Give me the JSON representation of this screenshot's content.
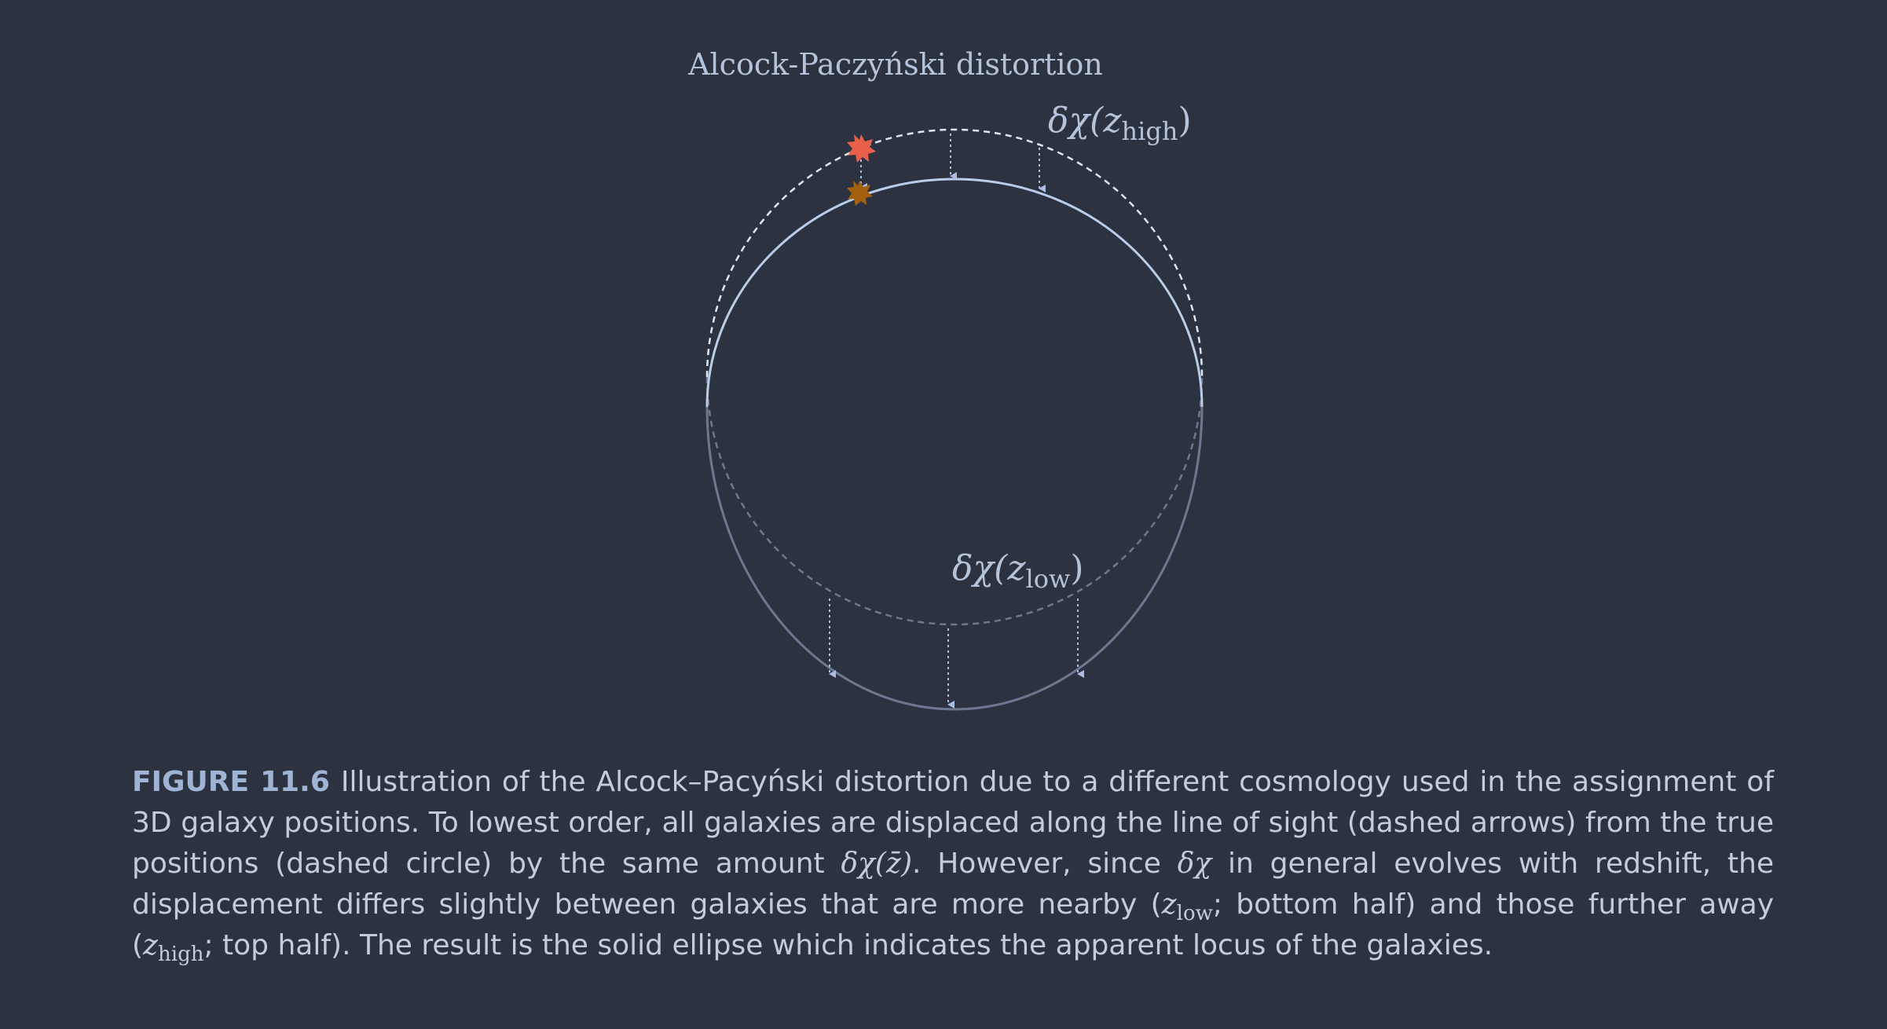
{
  "diagram": {
    "title": "Alcock-Paczyński distortion",
    "label_high": {
      "delta_chi": "δχ(",
      "z": "z",
      "sub": "high",
      "close": ")"
    },
    "label_low": {
      "delta_chi": "δχ(",
      "z": "z",
      "sub": "low",
      "close": ")"
    },
    "colors": {
      "background": "#2d3240",
      "true_circle_top": "#dce6f5",
      "true_circle_bottom": "#6d7890",
      "apparent_top": "#b9cce8",
      "apparent_bottom": "#6d7890",
      "arrows": "#a9bde0",
      "galaxy_true": "#e8604a",
      "galaxy_apparent": "#a3610f"
    },
    "icons": {
      "galaxy_true": "red-star-burst",
      "galaxy_apparent": "brown-star-burst"
    }
  },
  "caption": {
    "figure_label": "FIGURE 11.6",
    "part1": "Illustration of the Alcock–Pacyński distortion due to a different cosmology used in the assignment of 3D galaxy positions. To lowest order, all galaxies are displaced along the line of sight (dashed arrows) from the true positions (dashed circle) by the same amount ",
    "m1": "δχ(z̄)",
    "part2": ". However, since ",
    "m2": "δχ",
    "part3": " in general evolves with redshift, the displacement differs slightly between galaxies that are more nearby (",
    "m3": "z",
    "sub3": "low",
    "part4": "; bottom half) and those further away (",
    "m4": "z",
    "sub4": "high",
    "part5": "; top half). The result is the solid ellipse which indicates the apparent locus of the galaxies."
  }
}
